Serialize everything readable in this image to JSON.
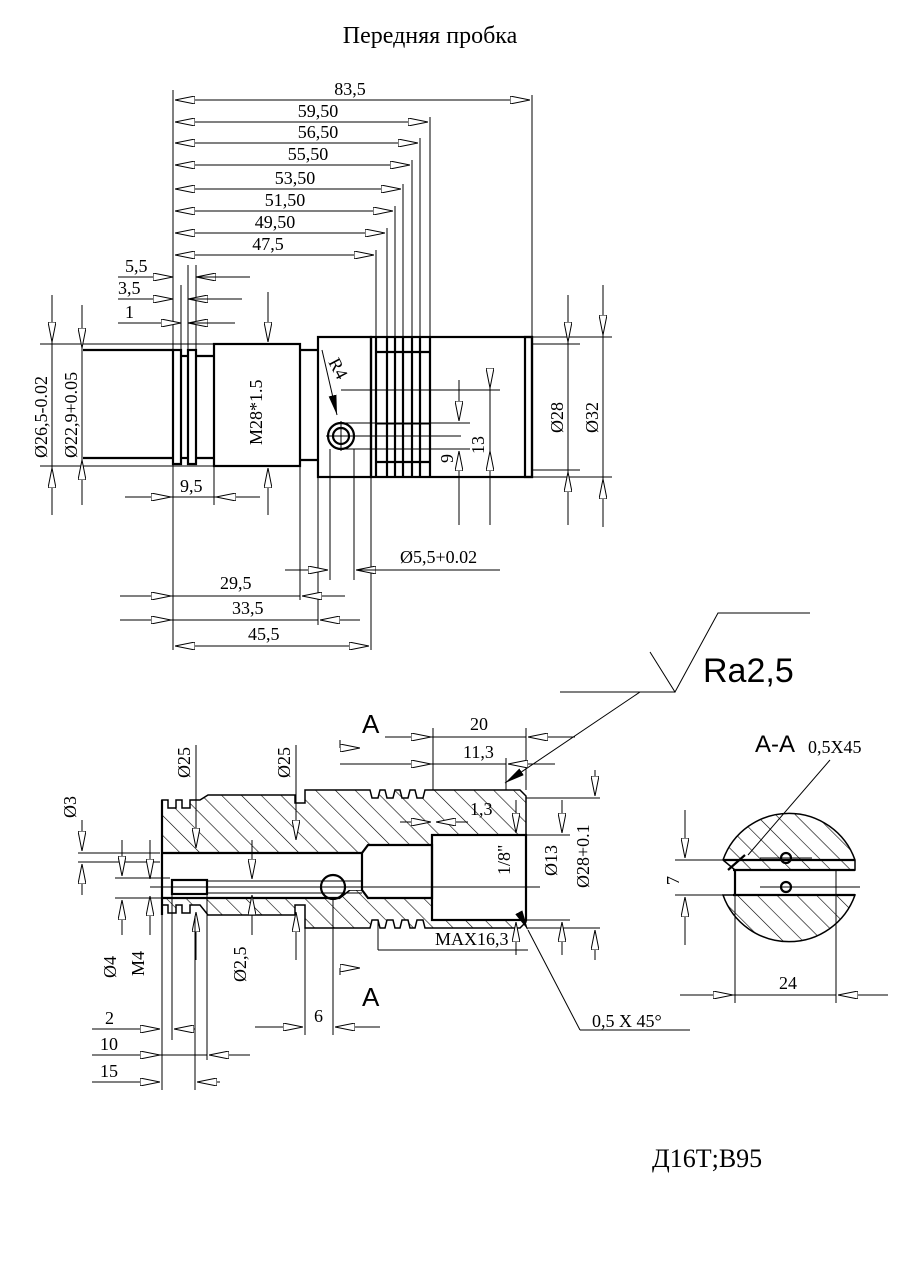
{
  "title": "Передняя пробка",
  "material": "Д16Т;В95",
  "roughness": "Ra2,5",
  "section_label": "А-А",
  "section_mark": "А",
  "top_view": {
    "dims_top": [
      "83,5",
      "59,50",
      "56,50",
      "55,50",
      "53,50",
      "51,50",
      "49,50",
      "47,5"
    ],
    "dims_left_small": [
      "5,5",
      "3,5",
      "1"
    ],
    "dia_left_outer": "Ø26,5-0.02",
    "dia_left_inner": "Ø22,9+0.05",
    "thread": "M28*1.5",
    "radius": "R4",
    "dia_right_inner": "Ø28",
    "dia_right_outer": "Ø32",
    "dim_9": "9",
    "dim_13": "13",
    "dim_9_5": "9,5",
    "hole_dia": "Ø5,5+0.02",
    "dims_bottom": [
      "29,5",
      "33,5",
      "45,5"
    ]
  },
  "side_view": {
    "dia_25_a": "Ø25",
    "dia_25_b": "Ø25",
    "dia_3": "Ø3",
    "dim_20": "20",
    "dim_11_3": "11,3",
    "dim_1_3": "1,3",
    "pipe_thread": "1/8\"",
    "dia_13": "Ø13",
    "dia_28": "Ø28+0.1",
    "max_depth": "MAX16,3",
    "dia_4": "Ø4",
    "m4": "M4",
    "dia_2_5": "Ø2,5",
    "dim_6": "6",
    "dims_left": [
      "2",
      "10",
      "15"
    ],
    "chamfer": "0,5  X 45°"
  },
  "section_view": {
    "chamfer": "0,5X45",
    "dim_7": "7",
    "dim_24": "24"
  }
}
